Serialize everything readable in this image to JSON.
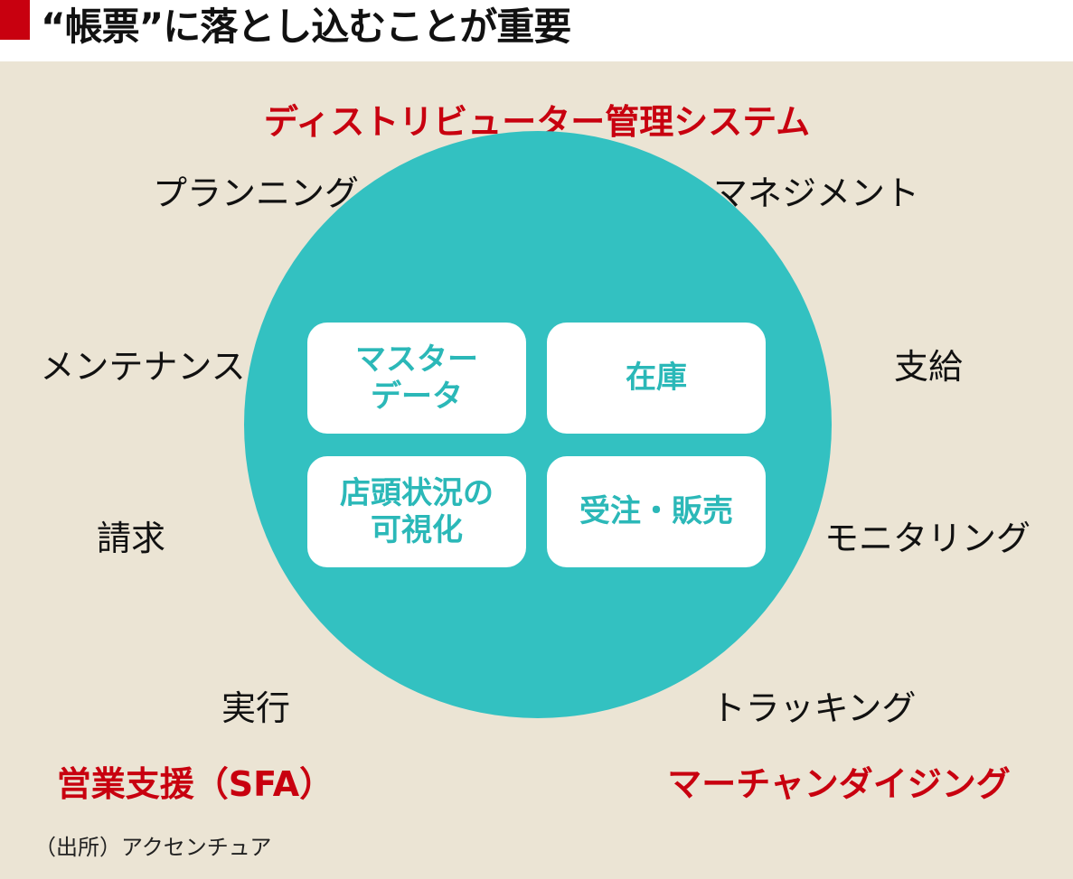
{
  "header": {
    "title": "“帳票”に落とし込むことが重要"
  },
  "diagram": {
    "top_title": "ディストリビューター管理システム",
    "bottom_left_title": "営業支援（SFA）",
    "bottom_right_title": "マーチャンダイジング",
    "left_labels": [
      "プランニング",
      "メンテナンス",
      "請求",
      "実行"
    ],
    "right_labels": [
      "マネジメント",
      "支給",
      "モニタリング",
      "トラッキング"
    ],
    "boxes": [
      {
        "line1": "マスター",
        "line2": "データ"
      },
      {
        "line1": "在庫",
        "line2": ""
      },
      {
        "line1": "店頭状況の",
        "line2": "可視化"
      },
      {
        "line1": "受注・販売",
        "line2": ""
      }
    ]
  },
  "source": "（出所）アクセンチュア",
  "colors": {
    "accent_red": "#c8000f",
    "teal": "#33c1c1",
    "panel": "#ebe4d4"
  }
}
